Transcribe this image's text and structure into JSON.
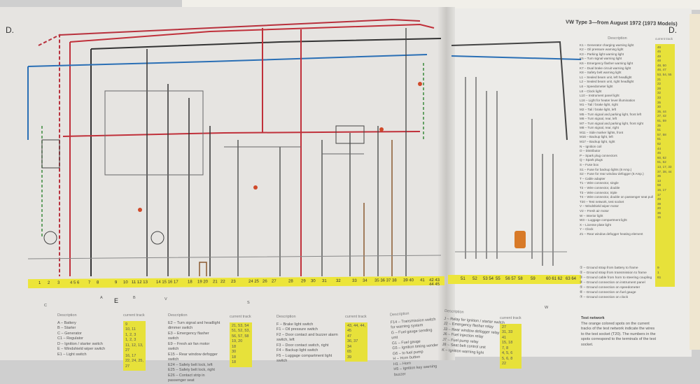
{
  "header": {
    "left_page_letter": "D.",
    "right_page_letter": "D.",
    "title": "VW Type 3—from August 1972 (1973 Models)"
  },
  "strip_left": [
    "1",
    "2",
    "3",
    "4 5 6",
    "7",
    "8",
    "9",
    "10",
    "11 12 13",
    "14 15 16 17",
    "18",
    "19 20",
    "21",
    "22",
    "23",
    "24 25",
    "26",
    "27",
    "28",
    "29",
    "30",
    "31",
    "32",
    "33",
    "34",
    "35 36 37",
    "38",
    "39 40",
    "41",
    "42 43 44 45"
  ],
  "strip_right": [
    "51",
    "52",
    "53 54",
    "55",
    "56 57",
    "58",
    "59",
    "60 61 62",
    "63 64"
  ],
  "legend1": {
    "desc_header": "Description",
    "track_header": "current track",
    "items": [
      "A – Battery",
      "B – Starter",
      "C – Generator",
      "C1 – Regulator",
      "D – Ignition / starter switch",
      "E – Windshield wiper switch",
      "E1 – Light switch"
    ],
    "tracks": [
      "9",
      "10, 11",
      "1, 2, 3",
      "1, 2, 3",
      "11, 12, 13,",
      "27",
      "16, 17",
      "22, 24, 25,",
      "27"
    ]
  },
  "legend2": {
    "desc_header": "Description",
    "items": [
      "E2 – Turn signal and headlight dimmer switch",
      "E3 – Emergency flasher switch",
      "E9 – Fresh air fan motor switch",
      "E15 – Rear window defogger switch",
      "E24 – Safety belt lock, left",
      "E25 – Safety belt lock, right",
      "E26 – Contact strip in passenger seat"
    ]
  },
  "legend3": {
    "track_header": "current track",
    "tracks": [
      "21, 53, 54",
      "51, 52, 53,",
      "56, 57, 58",
      "19, 20",
      "18",
      "30",
      "18",
      "18"
    ]
  },
  "legend4": {
    "desc_header": "Description",
    "items": [
      "F – Brake light switch",
      "F1 – Oil pressure switch",
      "F2 – Door contact and buzzer alarm switch, left",
      "F3 – Door contact switch, right",
      "F4 – Backup light switch",
      "F5 – Luggage compartment light switch"
    ]
  },
  "legend5": {
    "track_header": "current track",
    "tracks": [
      "43, 44, 44,",
      "45",
      "47",
      "36, 37",
      "34",
      "65",
      "39"
    ]
  },
  "legend6": {
    "desc_header": "Description",
    "items": [
      "F14 – Transmission switch for warning system",
      "G – Fuel gauge sending unit",
      "G1 – Fuel gauge",
      "G5 – Ignition timing sender",
      "G6 – to fuel pump",
      "H – Horn button",
      "H1 – Horn",
      "H5 – Ignition key warning buzzer"
    ]
  },
  "legend7": {
    "desc_header": "Description",
    "items": [
      "J – Relay for ignition / starter switch",
      "J2 – Emergency flasher relay",
      "J3 – Rear window defogger relay",
      "J6 – Fuel injection relay",
      "J7 – Fuel pump relay",
      "J8 – Seat belt control unit",
      "K – Ignition warning light"
    ],
    "track_header": "current track",
    "tracks": [
      "27",
      "31, 33",
      "41",
      "15, 18",
      "7, 8",
      "4, 5, 6",
      "5, 6, 8",
      "22"
    ]
  },
  "legend_right": {
    "desc_header": "Description",
    "track_header": "current track",
    "items": [
      "K1 – Generator charging warning light",
      "K2 – Oil pressure warning light",
      "K3 – Parking light warning light",
      "K5 – Turn signal warning light",
      "K6 – Emergency flasher warning light",
      "K7 – Dual brake circuit warning light",
      "K8 – Safety belt warning light",
      "L1 – Sealed beam unit, left headlight",
      "L2 – Sealed beam unit, right headlight",
      "L6 – Speedometer light",
      "L8 – Clock light",
      "L10 – Instrument panel light",
      "L16 – Light for heater lever illumination",
      "M1 – Tail / brake light, right",
      "M2 – Tail / brake light, left",
      "M5 – Turn signal and parking light, front left",
      "M6 – Turn signal, rear, left",
      "M7 – Turn signal and parking light, front right",
      "M8 – Turn signal, rear, right",
      "M11 – Side marker lights, front",
      "M16 – Backup light, left",
      "M17 – Backup light, right",
      "N – Ignition coil",
      "O – Distributor",
      "P – Spark plug connectors",
      "Q – Spark plugs",
      "S – Fuse box",
      "S1 – Fuse for backup lights (8 Amp.)",
      "S2 – Fuse for rear window defogger (8 Amp.)",
      "T – Cable adapter",
      "T1 – Wire connector, single",
      "T2 – Wire connector, double",
      "T3 – Wire connector, triple",
      "T4 – Wire connector, double on passenger seat pull",
      "T20 – Test network, test socket",
      "V – Windshield wiper motor",
      "V2 – Fresh air motor",
      "W – Interior light",
      "W3 – Luggage compartment light",
      "X – License plate light",
      "Y – Clock",
      "Z1 – Rear window defogger heating element"
    ],
    "tracks": [
      "46",
      "45",
      "49",
      "48",
      "48, 50",
      "46, 47",
      "53, 54, 55",
      "21",
      "22",
      "28",
      "32",
      "33",
      "35",
      "30",
      "35, 44",
      "27, 42",
      "61, 59",
      "35",
      "51",
      "57, 58",
      "61",
      "62",
      "44",
      "45",
      "60, 62",
      "61, 62",
      "13, 17, 33",
      "37, 38, 44",
      "36",
      "13",
      "58",
      "15, 17",
      "17",
      "49",
      "39",
      "20",
      "36",
      "15"
    ]
  },
  "ground_legend": {
    "items": [
      "① – Ground strap from battery to frame",
      "② – Ground strap from transmission to frame",
      "③ – Ground cable from horn to steering coupling",
      "④ – Ground connection on instrument panel",
      "⑤ – Ground connection on speedometer",
      "⑥ – Ground connection on fuel gauge",
      "⑦ – Ground connection on clock"
    ],
    "tracks": [
      "9",
      "1",
      "61"
    ]
  },
  "test_network": {
    "title": "Test network",
    "text": "The orange colored spots on the current tracks of the test network indicate the wires to the test socket (T20). The numbers in the spots correspond to the terminals of the test socket."
  },
  "component_labels": [
    "A",
    "B",
    "C",
    "V",
    "W",
    "S",
    "E"
  ]
}
